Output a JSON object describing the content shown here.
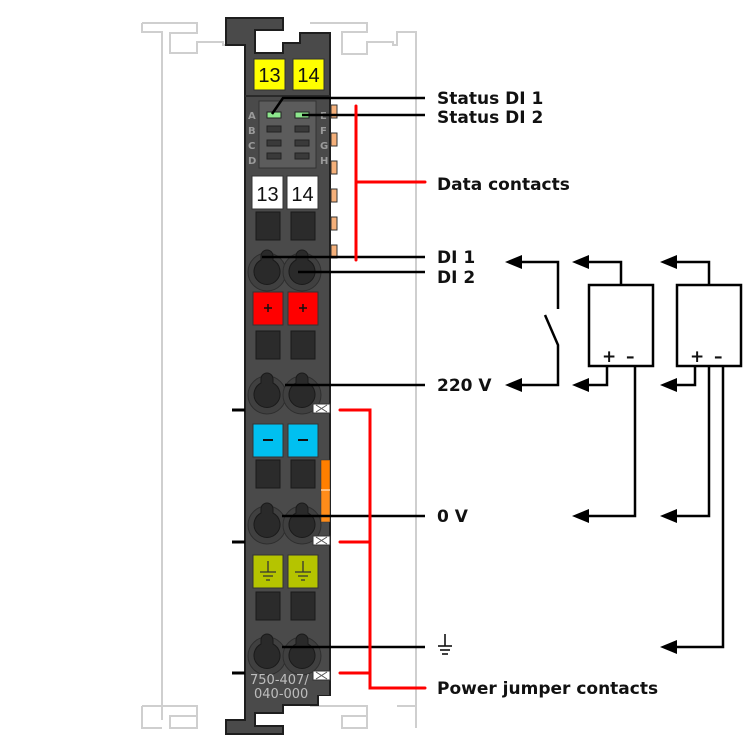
{
  "module": {
    "part_number_line1": "750-407/",
    "part_number_line2": "040-000",
    "top_markers": [
      "13",
      "14"
    ],
    "label_markers": [
      "13",
      "14"
    ],
    "led_letters_left": [
      "A",
      "B",
      "C",
      "D"
    ],
    "led_letters_right": [
      "E",
      "F",
      "G",
      "H"
    ],
    "plus_symbol": "+",
    "minus_symbol": "–",
    "colors": {
      "housing": "#4a4a4a",
      "housing_dark": "#2e2e2e",
      "yellow_marker": "#ffff00",
      "plus_terminal": "#ff0000",
      "minus_terminal": "#00c0f0",
      "ground_terminal": "#b5c400",
      "led_on": "#8ee88e",
      "data_contact": "#f5b07a",
      "power_jumper": "#ff7f00",
      "rail": "#cfcfcf"
    }
  },
  "labels": {
    "status_di1": "Status DI 1",
    "status_di2": "Status DI 2",
    "data_contacts": "Data contacts",
    "di1": "DI 1",
    "di2": "DI 2",
    "v220": "220 V",
    "v0": "0 V",
    "ground": "⏚",
    "power_jumper_contacts": "Power jumper contacts"
  },
  "schematic": {
    "sensor1_plus": "+",
    "sensor1_minus": "–",
    "sensor2_plus": "+",
    "sensor2_minus": "–"
  },
  "annotation_colors": {
    "leader_line": "#000000",
    "bracket": "#ff0000"
  }
}
